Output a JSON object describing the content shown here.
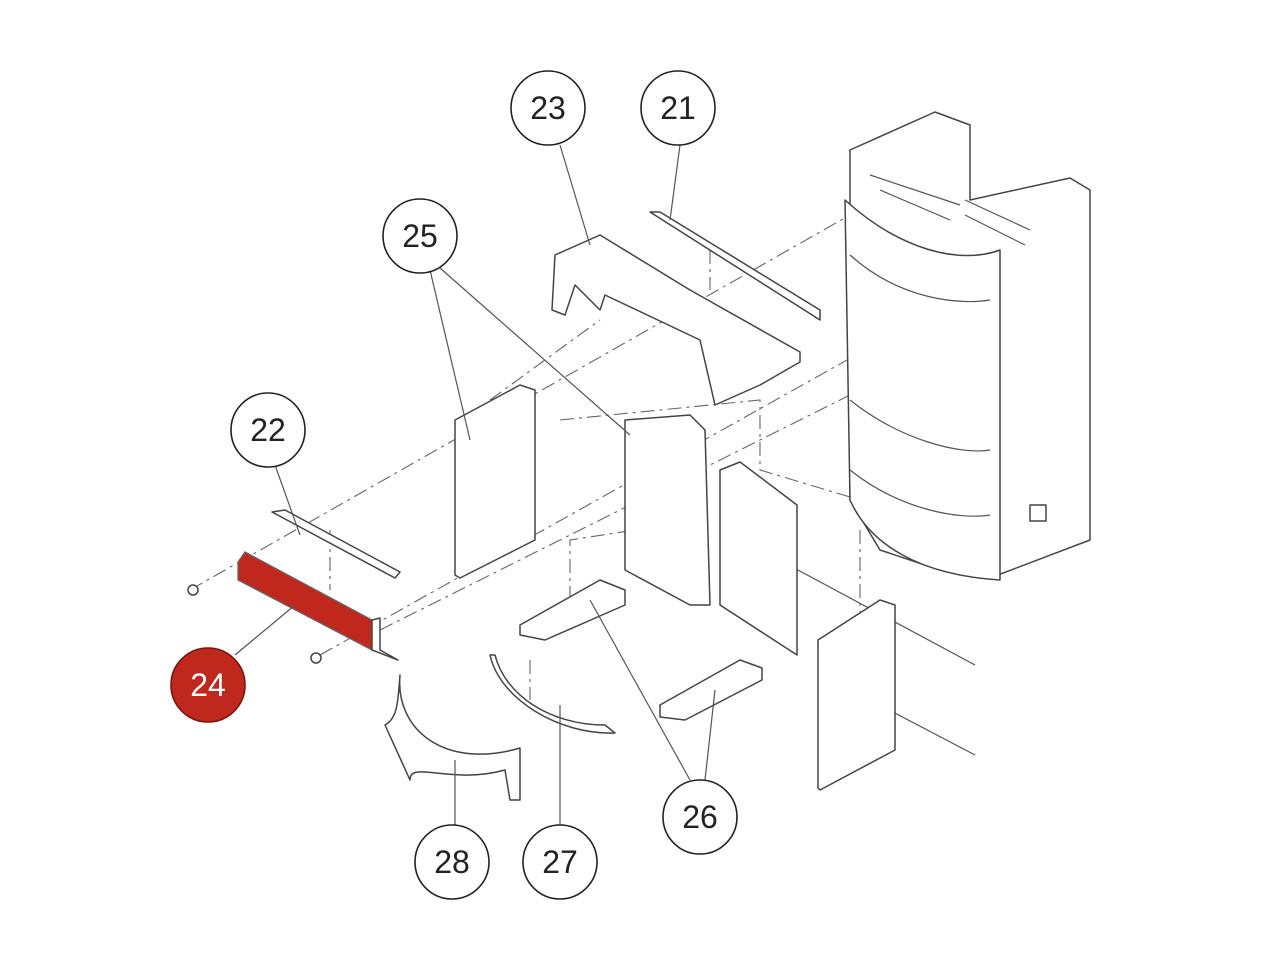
{
  "diagram": {
    "highlight_color": "#c0281e",
    "callouts": [
      {
        "id": "23",
        "label": "23",
        "highlighted": false
      },
      {
        "id": "21",
        "label": "21",
        "highlighted": false
      },
      {
        "id": "25",
        "label": "25",
        "highlighted": false
      },
      {
        "id": "22",
        "label": "22",
        "highlighted": false
      },
      {
        "id": "24",
        "label": "24",
        "highlighted": true
      },
      {
        "id": "26",
        "label": "26",
        "highlighted": false
      },
      {
        "id": "28",
        "label": "28",
        "highlighted": false
      },
      {
        "id": "27",
        "label": "27",
        "highlighted": false
      }
    ]
  }
}
